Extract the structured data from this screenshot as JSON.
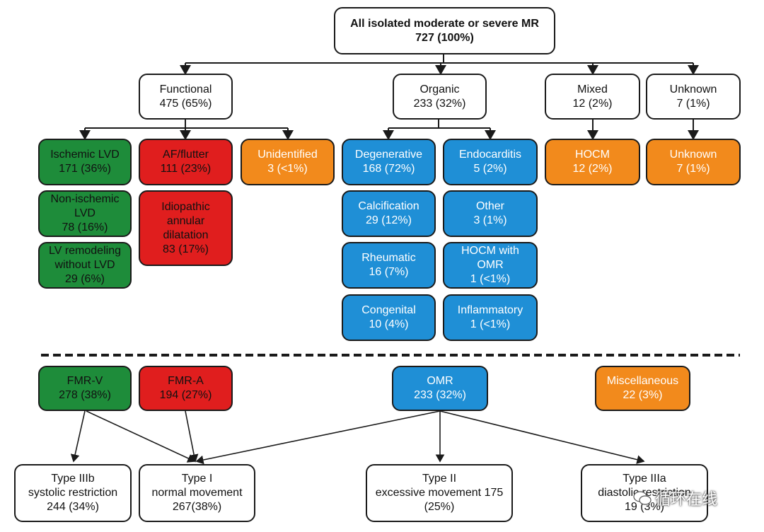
{
  "root": {
    "title": "All isolated moderate or severe MR",
    "count": "727 (100%)"
  },
  "categories": {
    "functional": {
      "label": "Functional",
      "count": "475 (65%)"
    },
    "organic": {
      "label": "Organic",
      "count": "233 (32%)"
    },
    "mixed": {
      "label": "Mixed",
      "count": "12 (2%)"
    },
    "unknown": {
      "label": "Unknown",
      "count": "7 (1%)"
    }
  },
  "functional_sub": {
    "ischemic_lvd": {
      "label": "Ischemic LVD",
      "count": "171 (36%)"
    },
    "non_ischemic_lvd": {
      "label": "Non-ischemic\nLVD",
      "count": "78 (16%)"
    },
    "lv_remodeling": {
      "label": "LV remodeling\nwithout LVD",
      "count": "29 (6%)"
    },
    "af_flutter": {
      "label": "AF/flutter",
      "count": "111 (23%)"
    },
    "idiopathic": {
      "label": "Idiopathic\nannular\ndilatation",
      "count": "83 (17%)"
    },
    "unidentified": {
      "label": "Unidentified",
      "count": "3 (<1%)"
    }
  },
  "organic_sub": {
    "degenerative": {
      "label": "Degenerative",
      "count": "168 (72%)"
    },
    "calcification": {
      "label": "Calcification",
      "count": "29 (12%)"
    },
    "rheumatic": {
      "label": "Rheumatic",
      "count": "16 (7%)"
    },
    "congenital": {
      "label": "Congenital",
      "count": "10 (4%)"
    },
    "endocarditis": {
      "label": "Endocarditis",
      "count": "5 (2%)"
    },
    "other": {
      "label": "Other",
      "count": "3 (1%)"
    },
    "hocm_omr": {
      "label": "HOCM with\nOMR",
      "count": "1 (<1%)"
    },
    "inflammatory": {
      "label": "Inflammatory",
      "count": "1 (<1%)"
    }
  },
  "mixed_sub": {
    "hocm": {
      "label": "HOCM",
      "count": "12 (2%)"
    }
  },
  "unknown_sub": {
    "unknown": {
      "label": "Unknown",
      "count": "7 (1%)"
    }
  },
  "groups": {
    "fmr_v": {
      "label": "FMR-V",
      "count": "278 (38%)"
    },
    "fmr_a": {
      "label": "FMR-A",
      "count": "194 (27%)"
    },
    "omr": {
      "label": "OMR",
      "count": "233 (32%)"
    },
    "misc": {
      "label": "Miscellaneous",
      "count": "22 (3%)"
    }
  },
  "types": {
    "type_iiib": {
      "label": "Type IIIb\nsystolic restriction",
      "count": "244 (34%)"
    },
    "type_i": {
      "label": "Type I\nnormal movement",
      "count": "267(38%)"
    },
    "type_ii": {
      "label": "Type II\nexcessive movement 175",
      "count": "(25%)"
    },
    "type_iiia": {
      "label": "Type IIIa\ndiastolic restriction",
      "count": "19 (3%)"
    }
  },
  "watermark": "循环在线",
  "colors": {
    "functional_green": "#1e8c3a",
    "functional_red": "#e01e1e",
    "other_orange": "#f28a1c",
    "organic_blue": "#1f8fd6",
    "line": "#1a1a1a"
  }
}
